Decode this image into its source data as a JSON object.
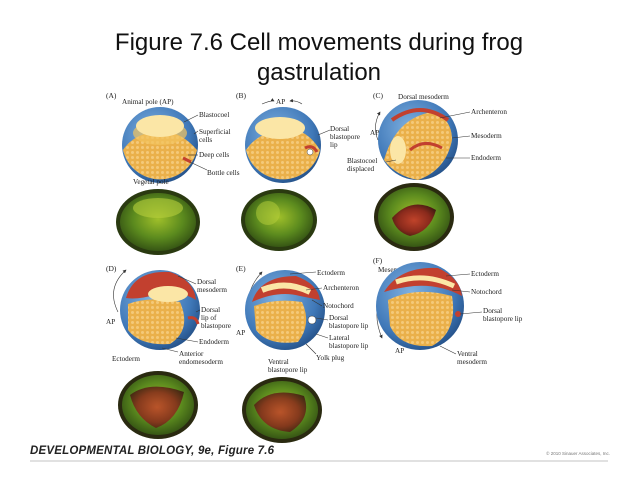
{
  "title_line1": "Figure 7.6  Cell movements during frog",
  "title_line2": "gastrulation",
  "panels": {
    "a": {
      "letter": "(A)",
      "labels": [
        "Animal pole (AP)",
        "Blastocoel",
        "Superficial",
        "cells",
        "Deep cells",
        "Bottle cells",
        "Vegetal pole"
      ]
    },
    "b": {
      "letter": "(B)",
      "labels": [
        "AP",
        "Dorsal",
        "blastopore",
        "lip"
      ]
    },
    "c": {
      "letter": "(C)",
      "labels": [
        "Dorsal mesoderm",
        "Archenteron",
        "AP",
        "Mesoderm",
        "Endoderm",
        "Blastocoel",
        "displaced"
      ]
    },
    "d": {
      "letter": "(D)",
      "labels": [
        "Dorsal",
        "mesoderm",
        "AP",
        "Dorsal",
        "lip of",
        "blastopore",
        "Endoderm",
        "Ectoderm",
        "Anterior",
        "endomesoderm"
      ]
    },
    "e": {
      "letter": "(E)",
      "labels": [
        "Ectoderm",
        "Archenteron",
        "Notochord",
        "Dorsal",
        "blastopore lip",
        "AP",
        "Lateral",
        "blastopore lip",
        "Yolk plug",
        "Ventral",
        "blastopore lip"
      ]
    },
    "f": {
      "letter": "(F)",
      "labels": [
        "Mesenchyme",
        "Ectoderm",
        "Notochord",
        "Dorsal",
        "blastopore lip",
        "AP",
        "Ventral",
        "mesoderm"
      ]
    }
  },
  "footer": {
    "credit": "DEVELOPMENTAL BIOLOGY, 9e, Figure 7.6",
    "copyright": "© 2010 Sinauer Associates, Inc."
  },
  "colors": {
    "ectoderm_blue": "#3f78b8",
    "yolk_orange": "#e7a72f",
    "mesoderm_red": "#c2402f",
    "micrograph_green": "#6b8f1c"
  }
}
